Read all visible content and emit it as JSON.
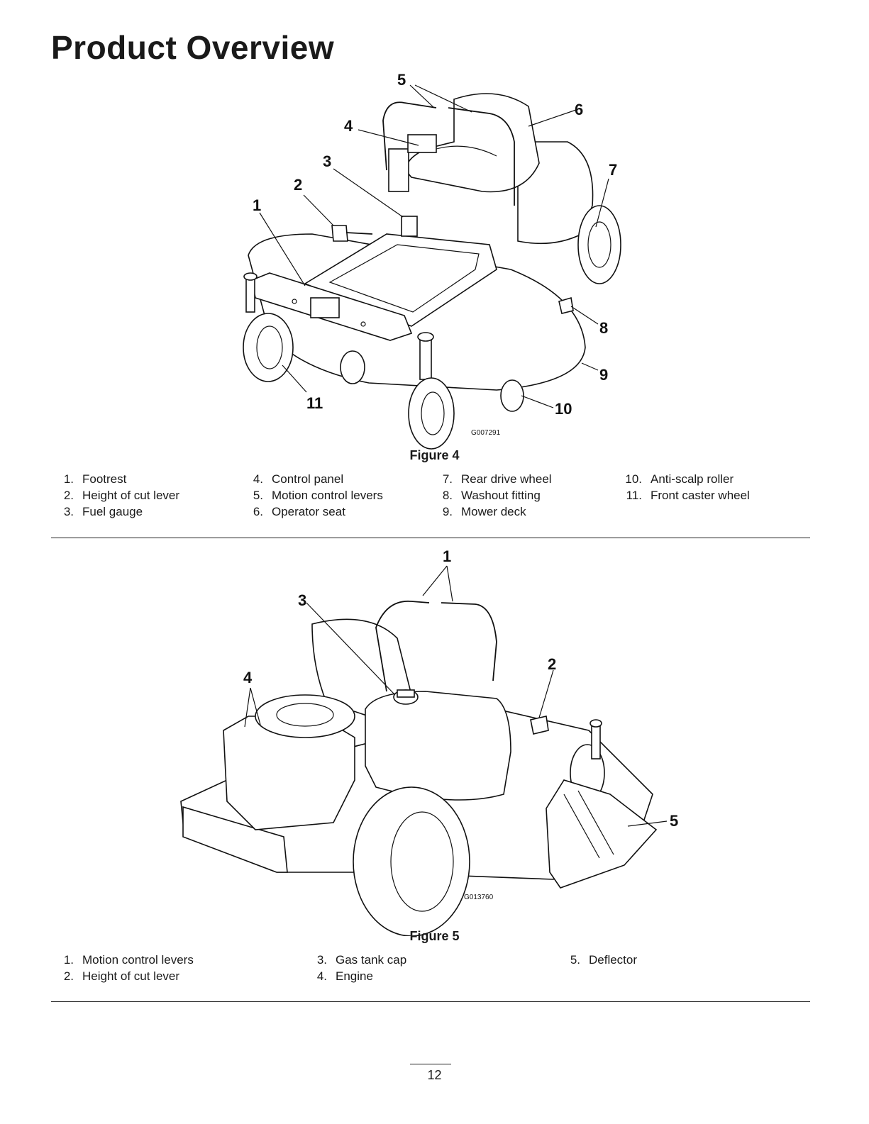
{
  "page": {
    "title": "Product Overview",
    "page_number": "12"
  },
  "figure4": {
    "caption": "Figure 4",
    "image_code": "G007291",
    "callouts": [
      "1",
      "2",
      "3",
      "4",
      "5",
      "6",
      "7",
      "8",
      "9",
      "10",
      "11"
    ],
    "legend": [
      {
        "num": "1.",
        "label": "Footrest"
      },
      {
        "num": "2.",
        "label": "Height of cut lever"
      },
      {
        "num": "3.",
        "label": "Fuel gauge"
      },
      {
        "num": "4.",
        "label": "Control panel"
      },
      {
        "num": "5.",
        "label": "Motion control levers"
      },
      {
        "num": "6.",
        "label": "Operator seat"
      },
      {
        "num": "7.",
        "label": "Rear drive wheel"
      },
      {
        "num": "8.",
        "label": "Washout fitting"
      },
      {
        "num": "9.",
        "label": "Mower deck"
      },
      {
        "num": "10.",
        "label": "Anti-scalp roller"
      },
      {
        "num": "11.",
        "label": "Front caster wheel"
      }
    ]
  },
  "figure5": {
    "caption": "Figure 5",
    "image_code": "G013760",
    "callouts": [
      "1",
      "2",
      "3",
      "4",
      "5"
    ],
    "legend": [
      {
        "num": "1.",
        "label": "Motion control levers"
      },
      {
        "num": "2.",
        "label": "Height of cut lever"
      },
      {
        "num": "3.",
        "label": "Gas tank cap"
      },
      {
        "num": "4.",
        "label": "Engine"
      },
      {
        "num": "5.",
        "label": "Deflector"
      }
    ]
  }
}
